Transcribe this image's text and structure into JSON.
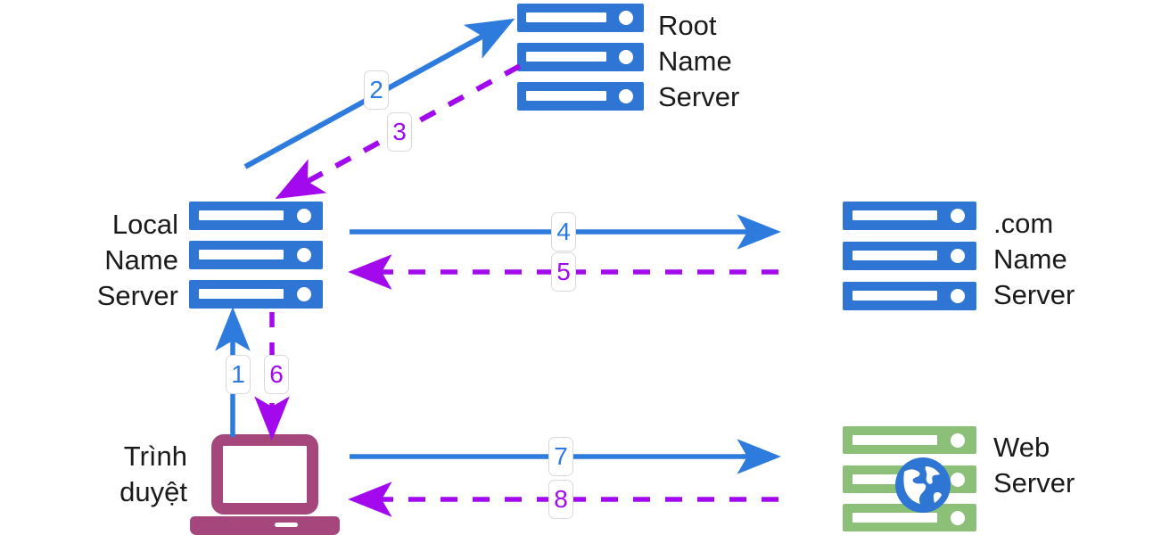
{
  "diagram": {
    "title": "DNS resolution process",
    "colors": {
      "server_blue": "#2E75D4",
      "server_green": "#8CC078",
      "laptop_maroon": "#A5477D",
      "arrow_blue": "#2E7BDE",
      "arrow_purple": "#A20AED",
      "badge_border": "#D9D9D9",
      "text": "#1A1A1A",
      "background": "#FFFFFF"
    },
    "nodes": [
      {
        "id": "root-name-server",
        "type": "server-stack",
        "color": "blue",
        "label_lines": [
          "Root",
          "Name",
          "Server"
        ],
        "label_side": "right"
      },
      {
        "id": "local-name-server",
        "type": "server-stack",
        "color": "blue",
        "label_lines": [
          "Local",
          "Name",
          "Server"
        ],
        "label_side": "left"
      },
      {
        "id": "com-name-server",
        "type": "server-stack",
        "color": "blue",
        "label_lines": [
          ".com",
          "Name",
          "Server"
        ],
        "label_side": "right"
      },
      {
        "id": "web-server",
        "type": "server-stack",
        "color": "green",
        "icon": "globe-icon",
        "label_lines": [
          "Web",
          "Server"
        ],
        "label_side": "right"
      },
      {
        "id": "browser",
        "type": "laptop",
        "color": "maroon",
        "label_lines": [
          "Trình",
          "duyệt"
        ],
        "label_side": "left"
      }
    ],
    "steps": [
      {
        "number": "1",
        "from": "browser",
        "to": "local-name-server",
        "style": "solid",
        "color": "blue",
        "direction": "up"
      },
      {
        "number": "2",
        "from": "local-name-server",
        "to": "root-name-server",
        "style": "solid",
        "color": "blue",
        "direction": "up-right"
      },
      {
        "number": "3",
        "from": "root-name-server",
        "to": "local-name-server",
        "style": "dashed",
        "color": "purple",
        "direction": "down-left"
      },
      {
        "number": "4",
        "from": "local-name-server",
        "to": "com-name-server",
        "style": "solid",
        "color": "blue",
        "direction": "right"
      },
      {
        "number": "5",
        "from": "com-name-server",
        "to": "local-name-server",
        "style": "dashed",
        "color": "purple",
        "direction": "left"
      },
      {
        "number": "6",
        "from": "local-name-server",
        "to": "browser",
        "style": "dashed",
        "color": "purple",
        "direction": "down"
      },
      {
        "number": "7",
        "from": "browser",
        "to": "web-server",
        "style": "solid",
        "color": "blue",
        "direction": "right"
      },
      {
        "number": "8",
        "from": "web-server",
        "to": "browser",
        "style": "dashed",
        "color": "purple",
        "direction": "left"
      }
    ]
  },
  "labels": {
    "root_line1": "Root",
    "root_line2": "Name",
    "root_line3": "Server",
    "local_line1": "Local",
    "local_line2": "Name",
    "local_line3": "Server",
    "com_line1": ".com",
    "com_line2": "Name",
    "com_line3": "Server",
    "web_line1": "Web",
    "web_line2": "Server",
    "browser_line1": "Trình",
    "browser_line2": "duyệt"
  },
  "badges": {
    "s1": "1",
    "s2": "2",
    "s3": "3",
    "s4": "4",
    "s5": "5",
    "s6": "6",
    "s7": "7",
    "s8": "8"
  }
}
